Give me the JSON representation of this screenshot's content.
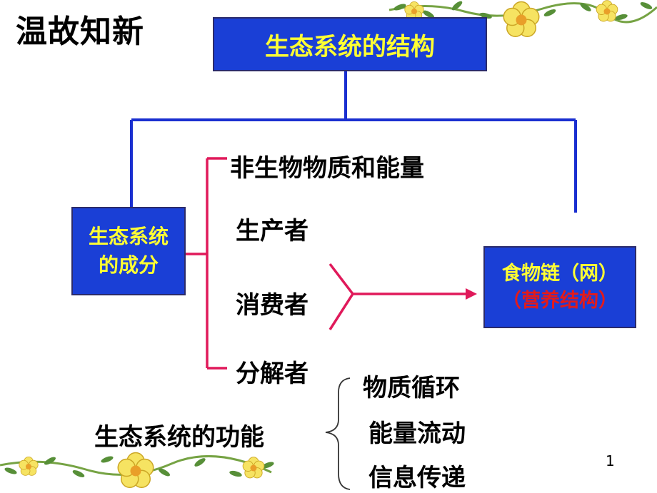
{
  "title": "温故知新",
  "main_box": "生态系统的结构",
  "components_box": {
    "line1": "生态系统",
    "line2": "的成分"
  },
  "components": [
    "非生物物质和能量",
    "生产者",
    "消费者",
    "分解者"
  ],
  "food_chain_box": {
    "line1": "食物链（网）",
    "line2": "（营养结构）"
  },
  "function_label": "生态系统的功能",
  "functions": [
    "物质循环",
    "能量流动",
    "信息传递"
  ],
  "page_number": "1",
  "colors": {
    "box_fill": "#1a3fd6",
    "box_text": "#ffff33",
    "connector_blue": "#1a2fd0",
    "bracket_pink": "#e0195a",
    "sub_text_red": "#e31b1b"
  },
  "decoration": "flower-garland"
}
